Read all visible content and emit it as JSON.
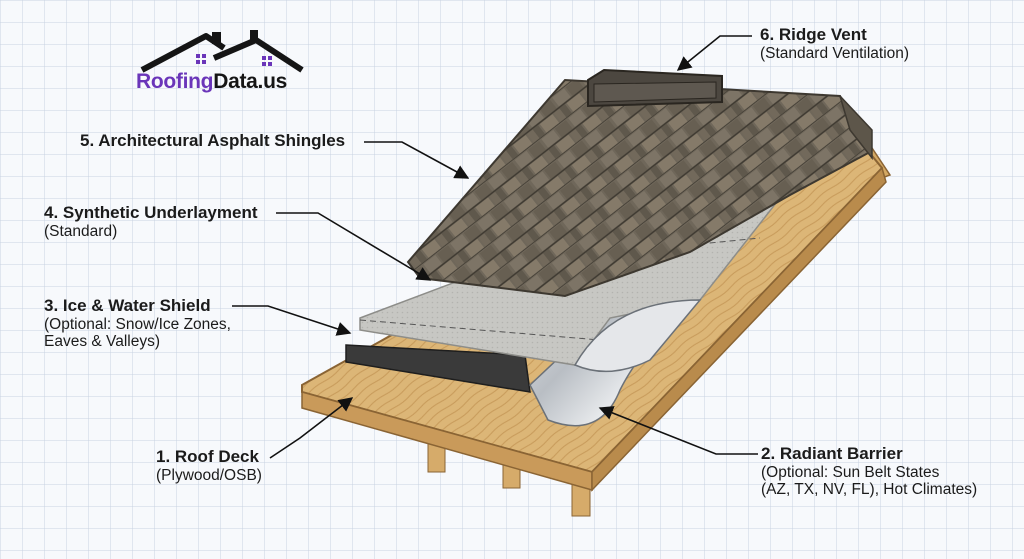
{
  "logo": {
    "brand_part1": "Roofing",
    "brand_part2": "Data.us",
    "brand_color": "#6a35b9"
  },
  "layers": [
    {
      "title": "6. Ridge Vent",
      "subtitle": [
        "(Standard Ventilation)"
      ]
    },
    {
      "title": "5. Architectural Asphalt Shingles",
      "subtitle": []
    },
    {
      "title": "4. Synthetic Underlayment",
      "subtitle": [
        "(Standard)"
      ]
    },
    {
      "title": "3. Ice & Water Shield",
      "subtitle": [
        "(Optional: Snow/Ice Zones,",
        "Eaves & Valleys)"
      ]
    },
    {
      "title": "1. Roof Deck",
      "subtitle": [
        "(Plywood/OSB)"
      ]
    },
    {
      "title": "2. Radiant Barrier",
      "subtitle": [
        "(Optional: Sun Belt States",
        "(AZ, TX, NV, FL), Hot Climates)"
      ]
    }
  ],
  "colors": {
    "grid_line": "#c9d3e2",
    "wood": "#d9b273",
    "wood_dark": "#b8894a",
    "shingle": "#6e6558",
    "underlayment": "#c9c9c6",
    "ice_shield": "#3c3c3c",
    "radiant": "#d9dde2"
  }
}
